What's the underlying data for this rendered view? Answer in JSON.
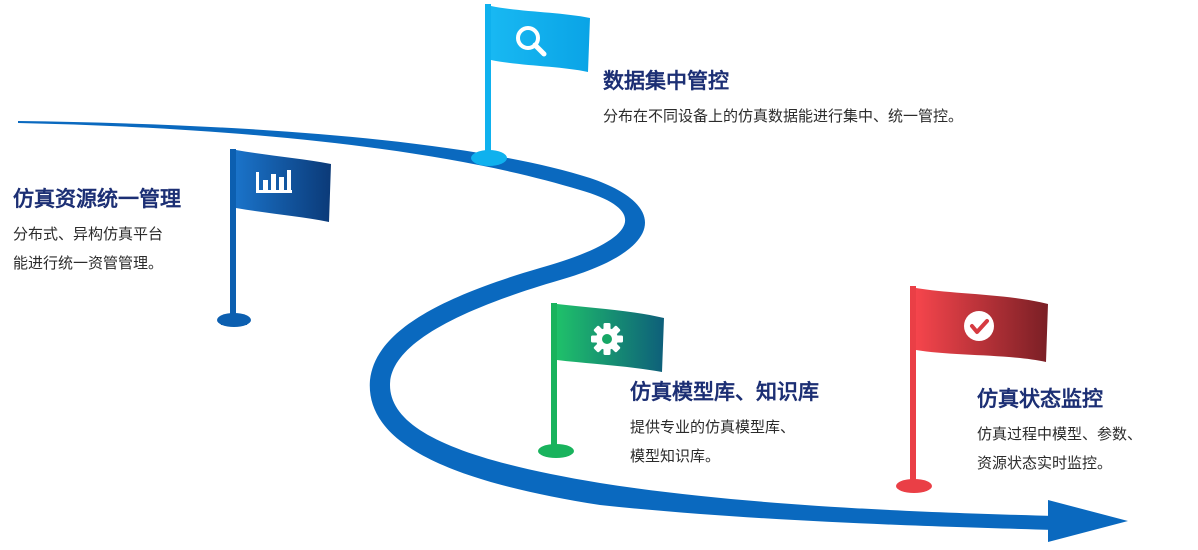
{
  "colors": {
    "road": "#0a69bf",
    "flag_cyan": "#0fb1ee",
    "flag_blue": "#0c5fb0",
    "flag_green": "#19b35d",
    "flag_red": "#ea3f46",
    "title": "#1c2f74"
  },
  "milestones": [
    {
      "id": "data",
      "title": "数据集中管控",
      "desc": [
        "分布在不同设备上的仿真数据能进行集中、统一管控。"
      ],
      "icon": "magnifier-icon"
    },
    {
      "id": "resource",
      "title": "仿真资源统一管理",
      "desc": [
        "分布式、异构仿真平台",
        "能进行统一资管管理。"
      ],
      "icon": "bar-chart-icon"
    },
    {
      "id": "model",
      "title": "仿真模型库、知识库",
      "desc": [
        "提供专业的仿真模型库、",
        "模型知识库。"
      ],
      "icon": "gear-icon"
    },
    {
      "id": "monitor",
      "title": "仿真状态监控",
      "desc": [
        "仿真过程中模型、参数、",
        "资源状态实时监控。"
      ],
      "icon": "check-circle-icon"
    }
  ]
}
